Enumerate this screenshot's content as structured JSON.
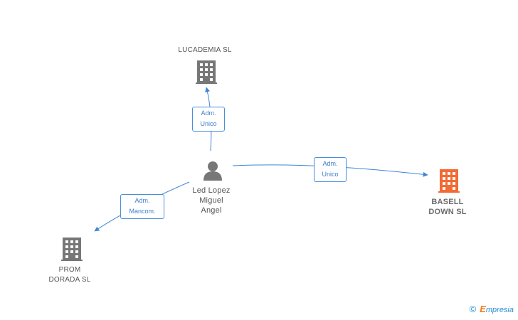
{
  "colors": {
    "edge": "#3f86d6",
    "company_icon": "#777777",
    "company_icon_highlight": "#f26b35",
    "person_icon": "#777777"
  },
  "nodes": {
    "lucademia": {
      "label": "LUCADEMIA SL",
      "icon": "building-icon"
    },
    "person": {
      "label_lines": [
        "Led Lopez",
        "Miguel",
        "Angel"
      ],
      "icon": "person-icon"
    },
    "basell": {
      "label_lines": [
        "BASELL",
        "DOWN SL"
      ],
      "icon": "building-icon",
      "highlight": true
    },
    "prom": {
      "label_lines": [
        "PROM",
        "DORADA SL"
      ],
      "icon": "building-icon"
    }
  },
  "edges": {
    "to_lucademia": {
      "badge_lines": [
        "Adm.",
        "Unico"
      ]
    },
    "to_basell": {
      "badge_lines": [
        "Adm.",
        "Unico"
      ]
    },
    "to_prom": {
      "badge_lines": [
        "Adm.",
        "Mancom."
      ]
    }
  },
  "brand": {
    "copyright_symbol": "©",
    "initial": "E",
    "name": "mpresia"
  }
}
